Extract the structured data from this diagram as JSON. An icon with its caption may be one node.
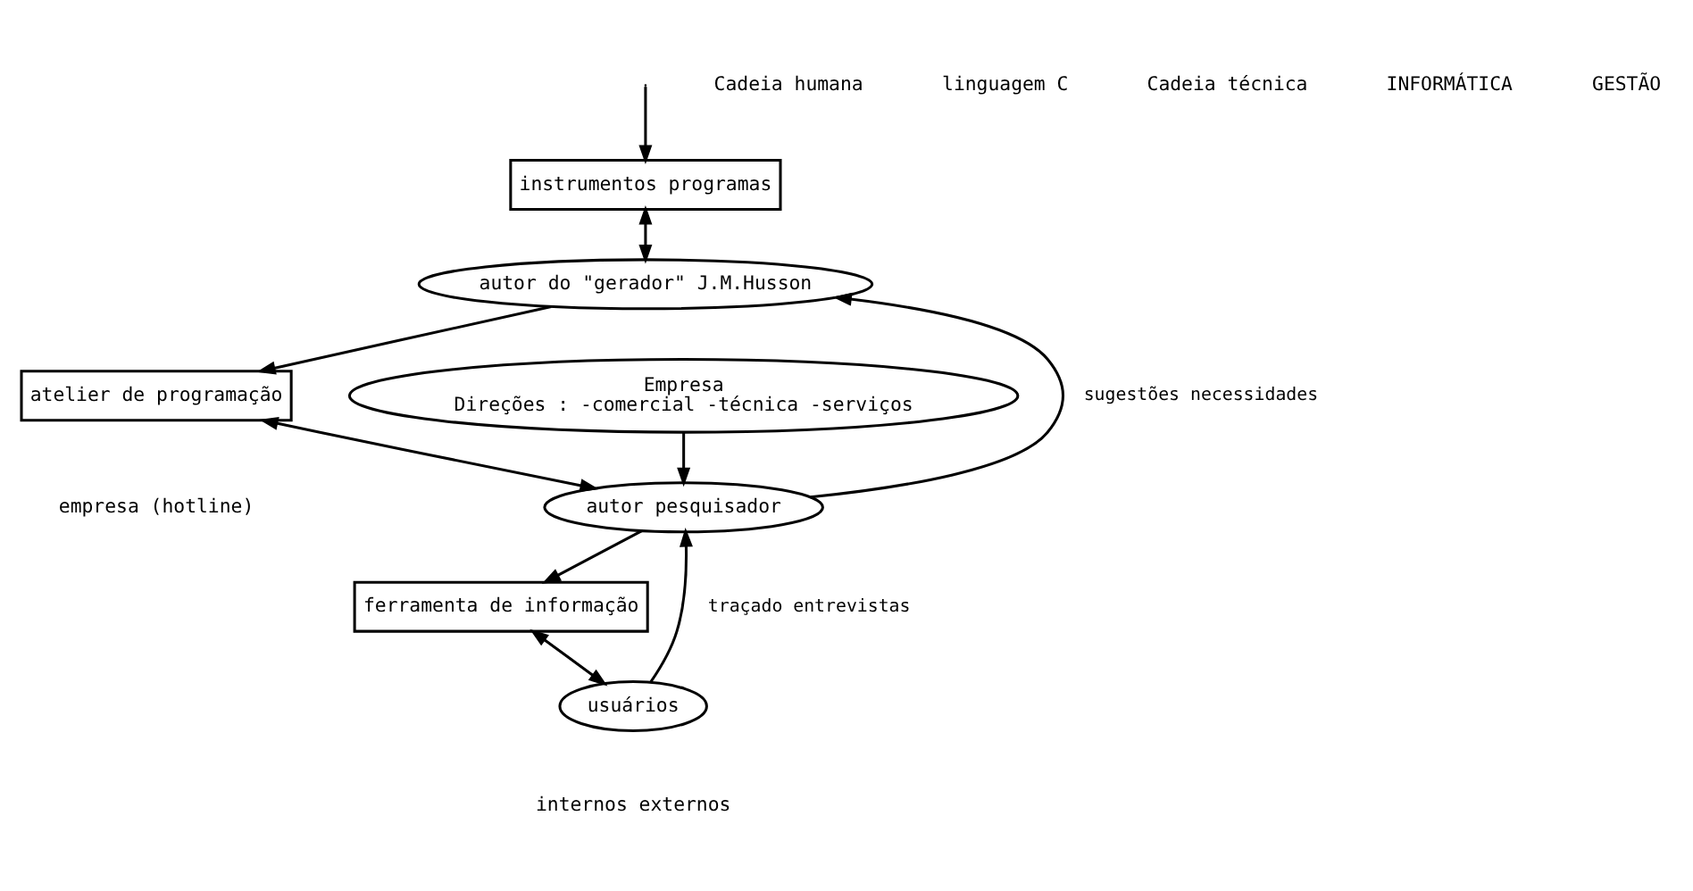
{
  "diagram": {
    "nodes": [
      {
        "text": [
          "instrumentos programas"
        ]
      },
      {
        "text": [
          "autor do \"gerador\" J.M.Husson"
        ]
      },
      {
        "text": [
          "Empresa",
          "Direções : -comercial -técnica -serviços"
        ]
      },
      {
        "text": [
          "atelier de programação"
        ],
        "beside": [
          "empresa (hotline)"
        ]
      },
      {
        "text": [
          "autor pesquisador"
        ]
      },
      {
        "text": [
          "ferramenta de informação"
        ]
      },
      {
        "text": [
          "usuários"
        ],
        "beside": [
          "internos externos"
        ]
      }
    ],
    "edges": [
      {
        "from": null,
        "to": 0,
        "arrow": "to"
      },
      {
        "from": 0,
        "to": 1,
        "arrow": "both"
      },
      {
        "from": 1,
        "to": 3,
        "arrow": "to"
      },
      {
        "from": 2,
        "to": 4,
        "arrow": "to"
      },
      {
        "from": 4,
        "to": 1,
        "arrow": "to",
        "label": "sugestões necessidades"
      },
      {
        "from": 3,
        "to": 4,
        "arrow": "both"
      },
      {
        "from": 4,
        "to": 5,
        "arrow": "to"
      },
      {
        "from": 5,
        "to": 6,
        "arrow": "both"
      },
      {
        "from": 6,
        "to": 4,
        "arrow": "to",
        "label": "traçado entrevistas"
      }
    ],
    "labels": [
      "Cadeia humana",
      "linguagem C",
      "Cadeia técnica",
      "INFORMÁTICA",
      "GESTÃO"
    ]
  }
}
